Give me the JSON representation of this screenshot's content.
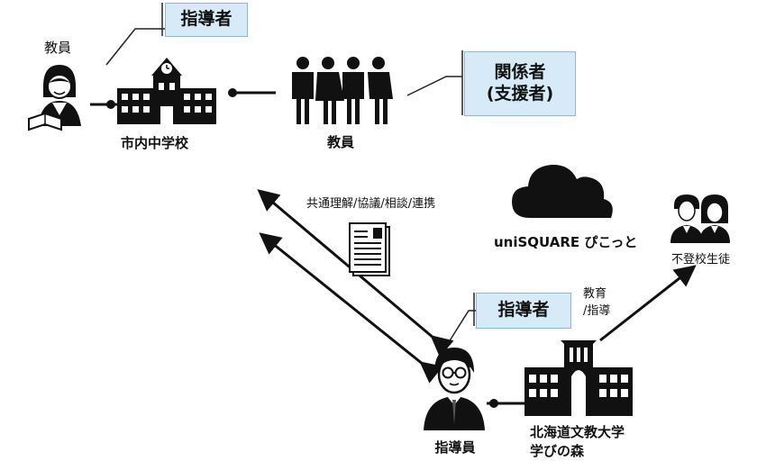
{
  "labels": {
    "teacher_top": "教員",
    "school": "市内中学校",
    "teachers_group": "教員",
    "instructor": "指導員",
    "university_line1": "北海道文教大学",
    "university_line2": "学びの森",
    "unisquare": "uniSQUARE ぴこっと",
    "students": "不登校生徒",
    "cooperation": "共通理解/協議/相談/連携",
    "education_line1": "教育",
    "education_line2": "/指導"
  },
  "tags": {
    "leader_top": "指導者",
    "stakeholders_line1": "関係者",
    "stakeholders_line2": "(支援者)",
    "leader_bottom": "指導者"
  },
  "colors": {
    "tag_fill": "#d6ebf7",
    "tag_border": "#8fb8d4",
    "ink": "#111111"
  }
}
